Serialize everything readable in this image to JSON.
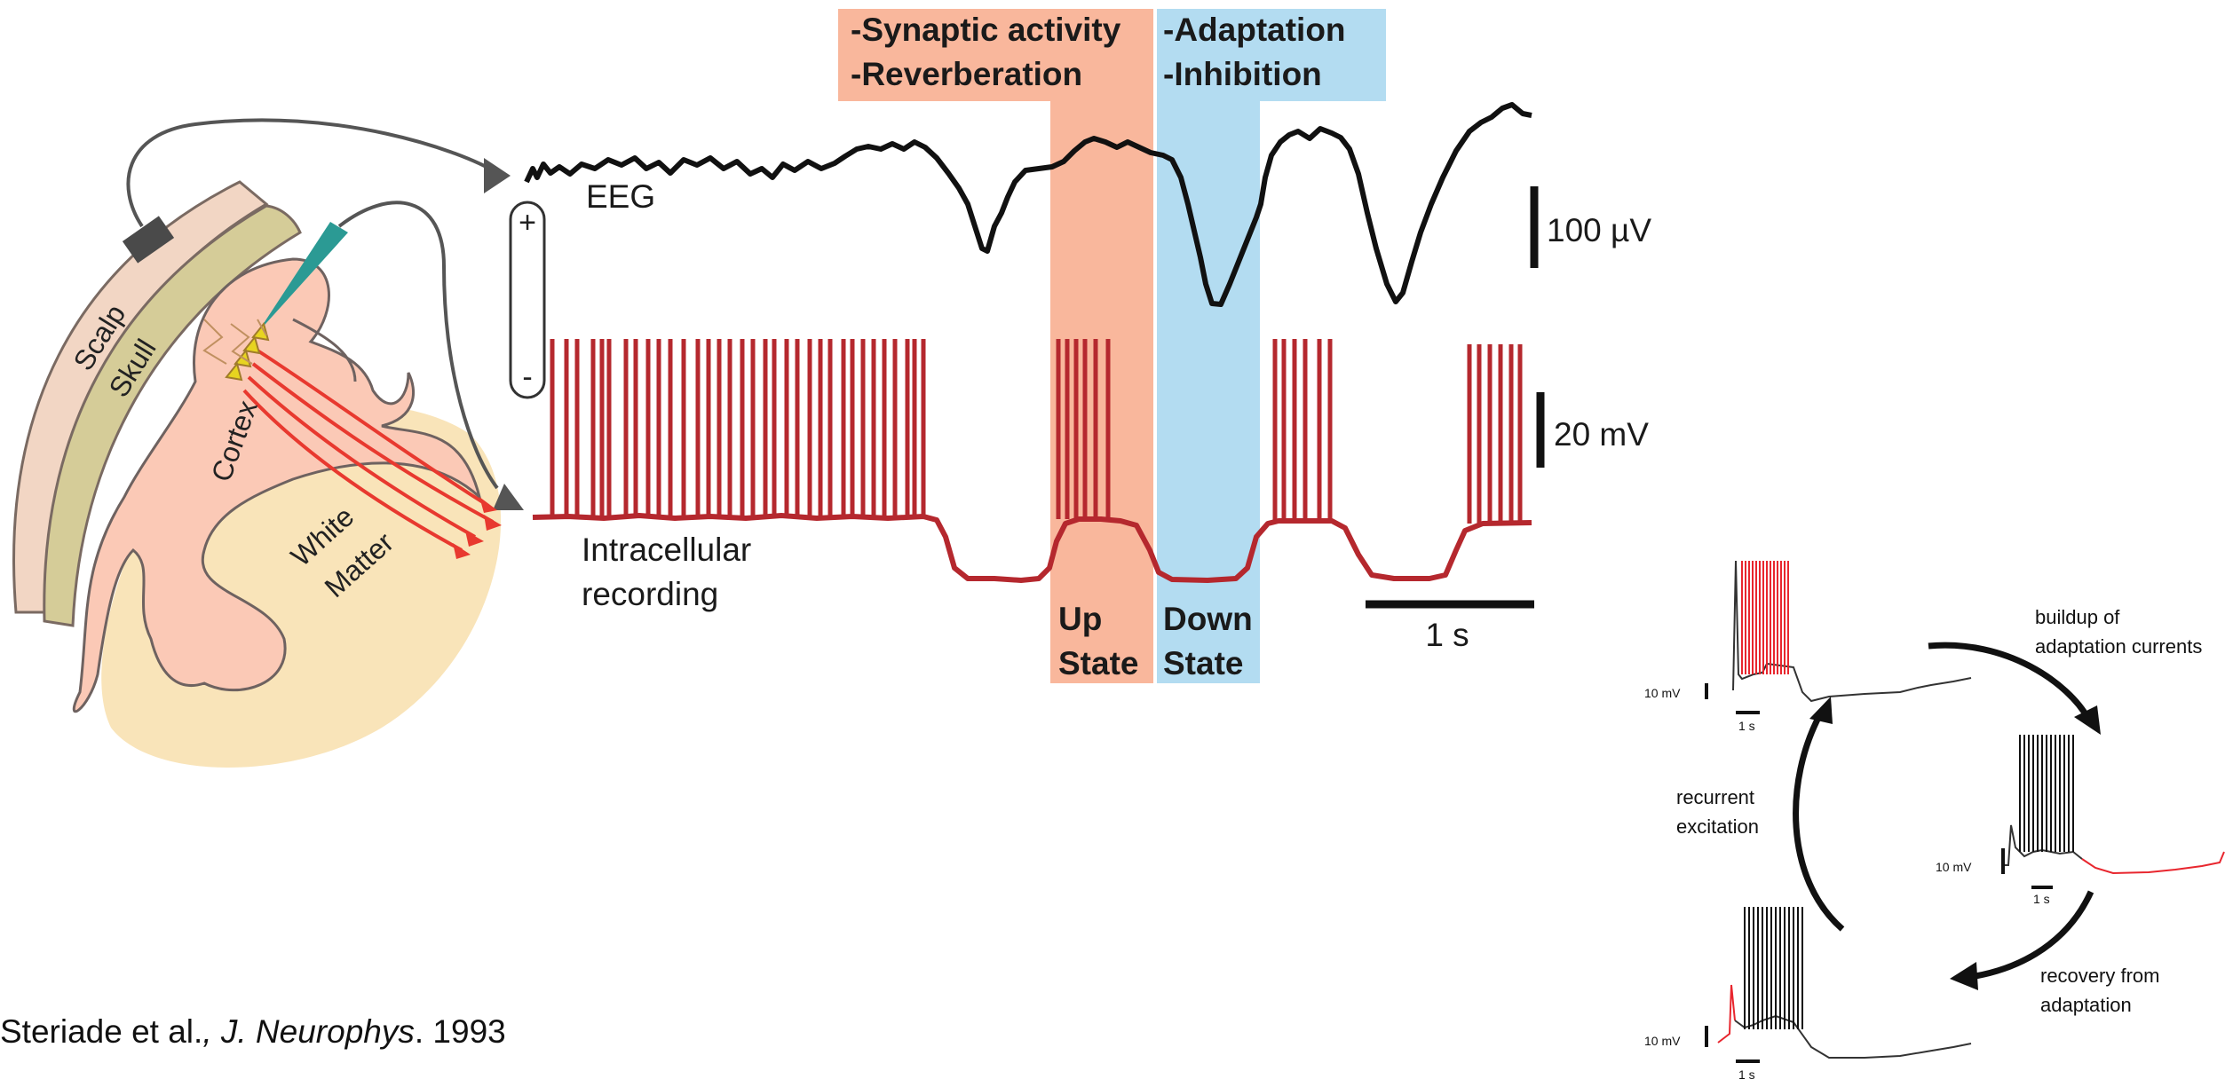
{
  "header": {
    "up_box_line1": "-Synaptic activity",
    "up_box_line2": "-Reverberation",
    "down_box_line1": "-Adaptation",
    "down_box_line2": "-Inhibition"
  },
  "labels": {
    "eeg": "EEG",
    "intracellular_line1": "Intracellular",
    "intracellular_line2": "recording",
    "up_state_line1": "Up",
    "up_state_line2": "State",
    "down_state_line1": "Down",
    "down_state_line2": "State",
    "plus": "+",
    "minus": "-"
  },
  "scale_bars": {
    "eeg": "100 µV",
    "intracellular": "20 mV",
    "time": "1 s"
  },
  "anatomy": {
    "scalp": "Scalp",
    "skull": "Skull",
    "cortex": "Cortex",
    "white_matter_line1": "White",
    "white_matter_line2": "Matter"
  },
  "citation": {
    "authors": "Steriade et al.",
    "journal": ", J. Neurophys",
    "year": ". 1993"
  },
  "cycle": {
    "top_right": "buildup of adaptation currents",
    "top_right_line1": "buildup of",
    "top_right_line2": "adaptation currents",
    "left_line1": "recurrent",
    "left_line2": "excitation",
    "bottom_line1": "recovery from",
    "bottom_line2": "adaptation",
    "scale_mv": "10 mV",
    "scale_s": "1 s"
  },
  "colors": {
    "up_state": "#f9b79c",
    "down_state": "#b3dcf1",
    "intracellular_trace": "#b5282e",
    "eeg_trace": "#111111",
    "scalp": "#f2d6c4",
    "skull": "#d5cc98",
    "cortex": "#fbc9b6",
    "white_matter": "#f9e4b9",
    "axons": "#e8392f",
    "electrode": "#2b9a94"
  }
}
